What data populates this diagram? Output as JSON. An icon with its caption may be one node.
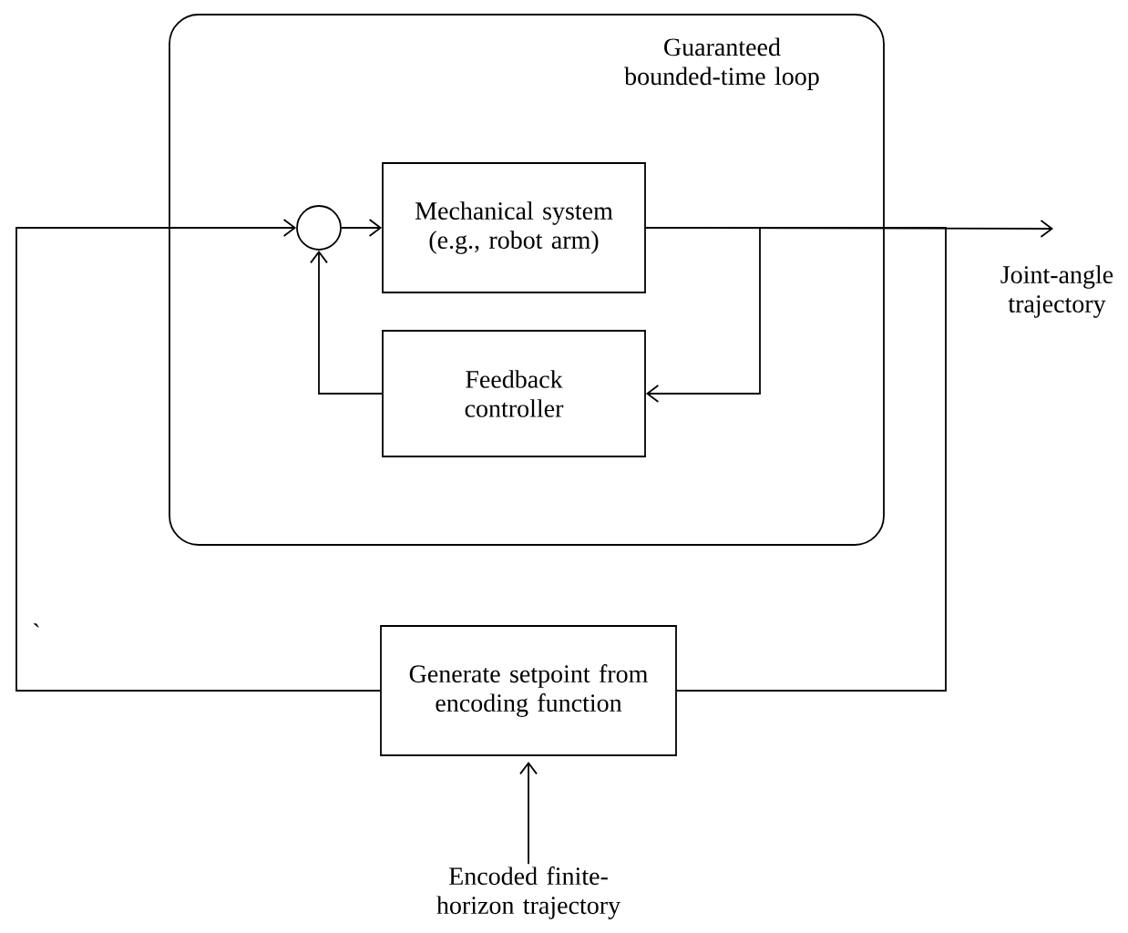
{
  "diagram": {
    "nodes": [
      {
        "text": [
          "Guaranteed bounded-time loop"
        ]
      },
      {
        "text": [],
        "shape": "circle",
        "in": 0
      },
      {
        "text": [
          "Mechanical system (e.g., robot arm)"
        ],
        "in": 0
      },
      {
        "text": [
          "Feedback controller"
        ],
        "in": 0
      },
      {
        "text": [
          "Generate setpoint from encoding function"
        ]
      },
      {
        "text": [
          "Encoded finite-horizon trajectory"
        ]
      }
    ],
    "edges": [
      {
        "from": 1,
        "to": 2,
        "arrow": "to"
      },
      {
        "from": 2,
        "to": null,
        "arrow": "to"
      },
      {
        "from": 2,
        "to": 3,
        "arrow": "to"
      },
      {
        "from": 3,
        "to": 1,
        "arrow": "to"
      },
      {
        "from": 4,
        "to": 1,
        "arrow": "to"
      },
      {
        "from": 2,
        "to": 4,
        "arrow": "none"
      },
      {
        "from": 5,
        "to": 4,
        "arrow": "to"
      }
    ],
    "labels": [
      "Joint-angle trajectory",
      "`"
    ]
  }
}
